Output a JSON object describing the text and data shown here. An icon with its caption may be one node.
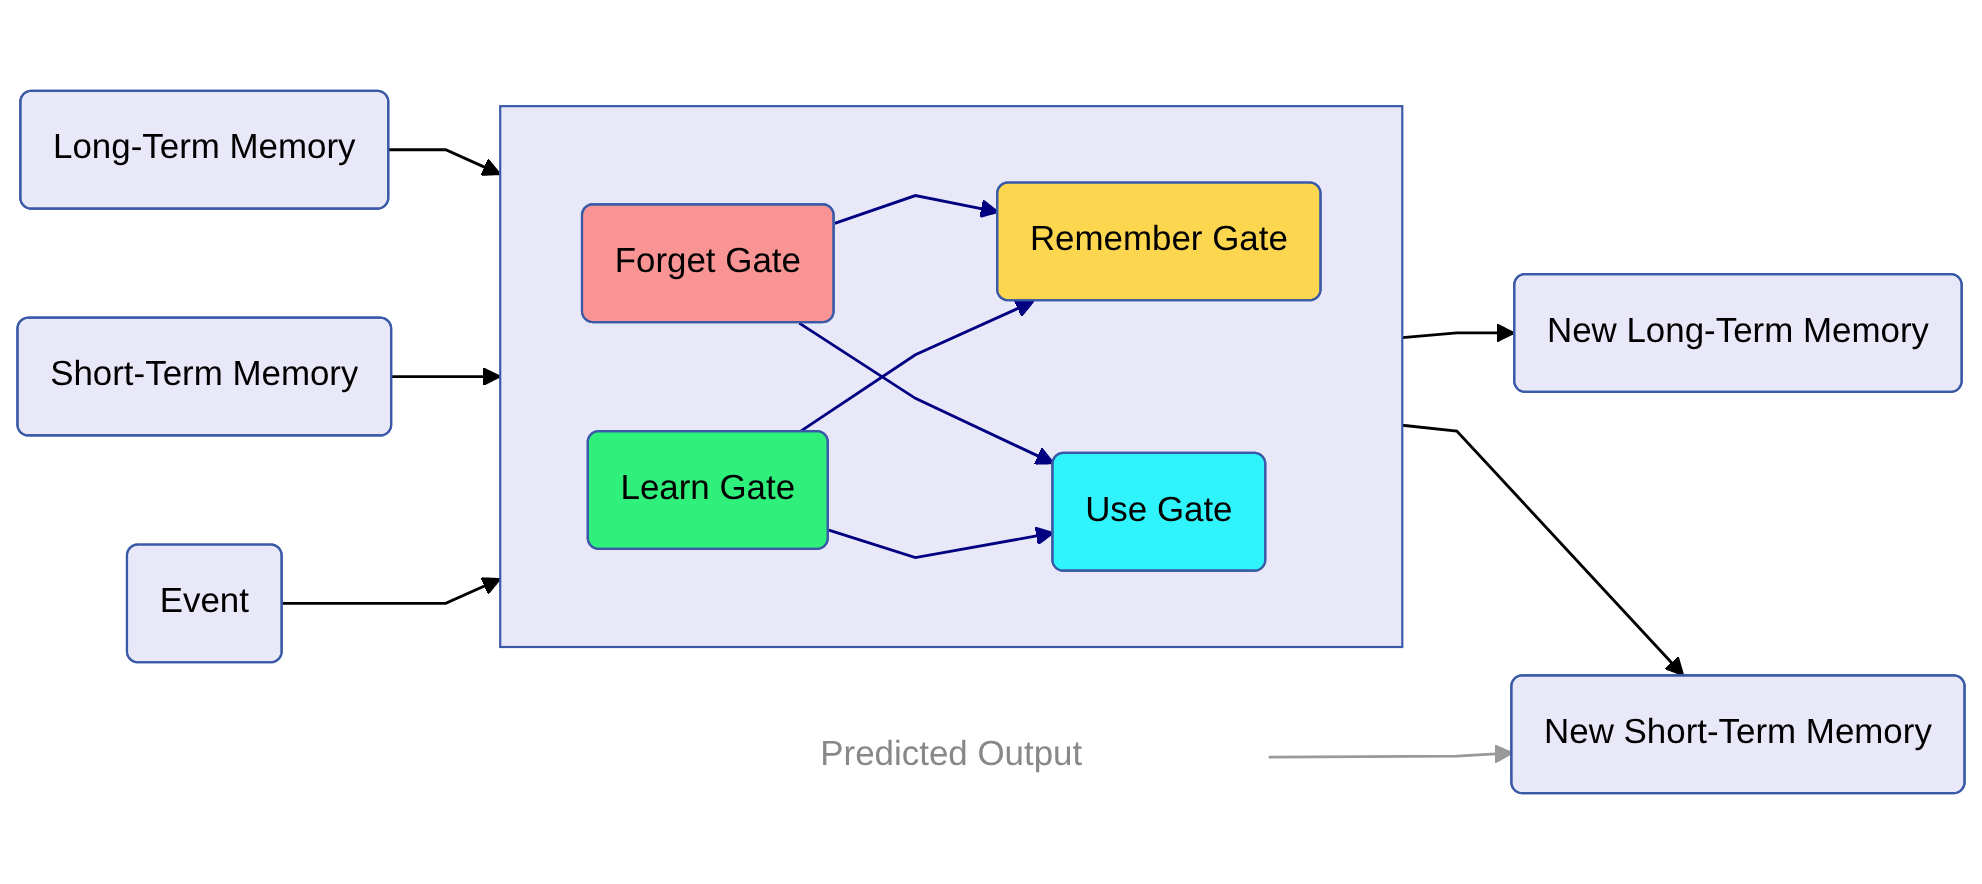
{
  "diagram": {
    "nodes": [
      {
        "text": [
          "Long-Term Memory"
        ]
      },
      {
        "text": [
          "Short-Term Memory"
        ]
      },
      {
        "text": [],
        "shape": "box"
      },
      {
        "text": [
          "Forget Gate"
        ],
        "in": 2
      },
      {
        "text": [
          "Remember Gate"
        ],
        "in": 2
      },
      {
        "text": [
          "Learn Gate"
        ],
        "in": 2
      },
      {
        "text": [
          "Use Gate"
        ],
        "in": 2
      },
      {
        "text": [
          "New Long-Term Memory"
        ]
      },
      {
        "text": [
          "New Short-Term Memory"
        ]
      },
      {
        "text": [
          "Event"
        ]
      },
      {
        "text": [
          "Predicted Output"
        ]
      }
    ],
    "edges": [
      {
        "from": 0,
        "to": 2,
        "arrow": "to"
      },
      {
        "from": 1,
        "to": 2,
        "arrow": "to"
      },
      {
        "from": 3,
        "to": 4,
        "arrow": "to",
        "color": "#000080"
      },
      {
        "from": 3,
        "to": 6,
        "arrow": "to",
        "color": "#000080"
      },
      {
        "from": 5,
        "to": 4,
        "arrow": "to",
        "color": "#000080"
      },
      {
        "from": 5,
        "to": 6,
        "arrow": "to",
        "color": "#000080"
      },
      {
        "from": 2,
        "to": 7,
        "arrow": "to"
      },
      {
        "from": 2,
        "to": 8,
        "arrow": "to"
      },
      {
        "from": 9,
        "to": 2,
        "arrow": "to"
      },
      {
        "from": 10,
        "to": 8,
        "arrow": "to",
        "color": "#999999"
      }
    ]
  }
}
